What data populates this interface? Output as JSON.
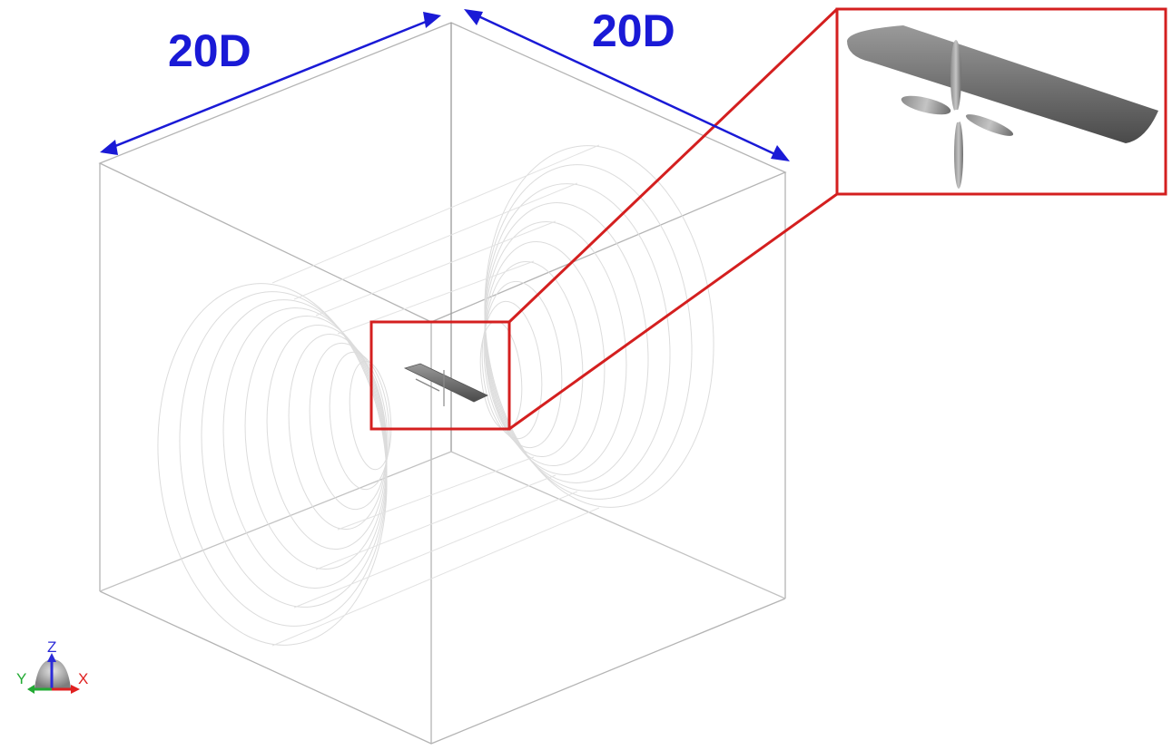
{
  "dimensions": {
    "left_label": "20D",
    "right_label": "20D"
  },
  "axes_triad": {
    "z_label": "Z",
    "y_label": "Y",
    "x_label": "X"
  },
  "colors": {
    "dimension_arrow": "#1a1ad6",
    "highlight_box": "#d41f1f",
    "domain_edges": "#b4b4b4",
    "mesh_rings": "#dcdcdc",
    "model": "#7e7e7e",
    "axis_z": "#2b2bd8",
    "axis_y": "#22aa33",
    "axis_x": "#e02020"
  }
}
